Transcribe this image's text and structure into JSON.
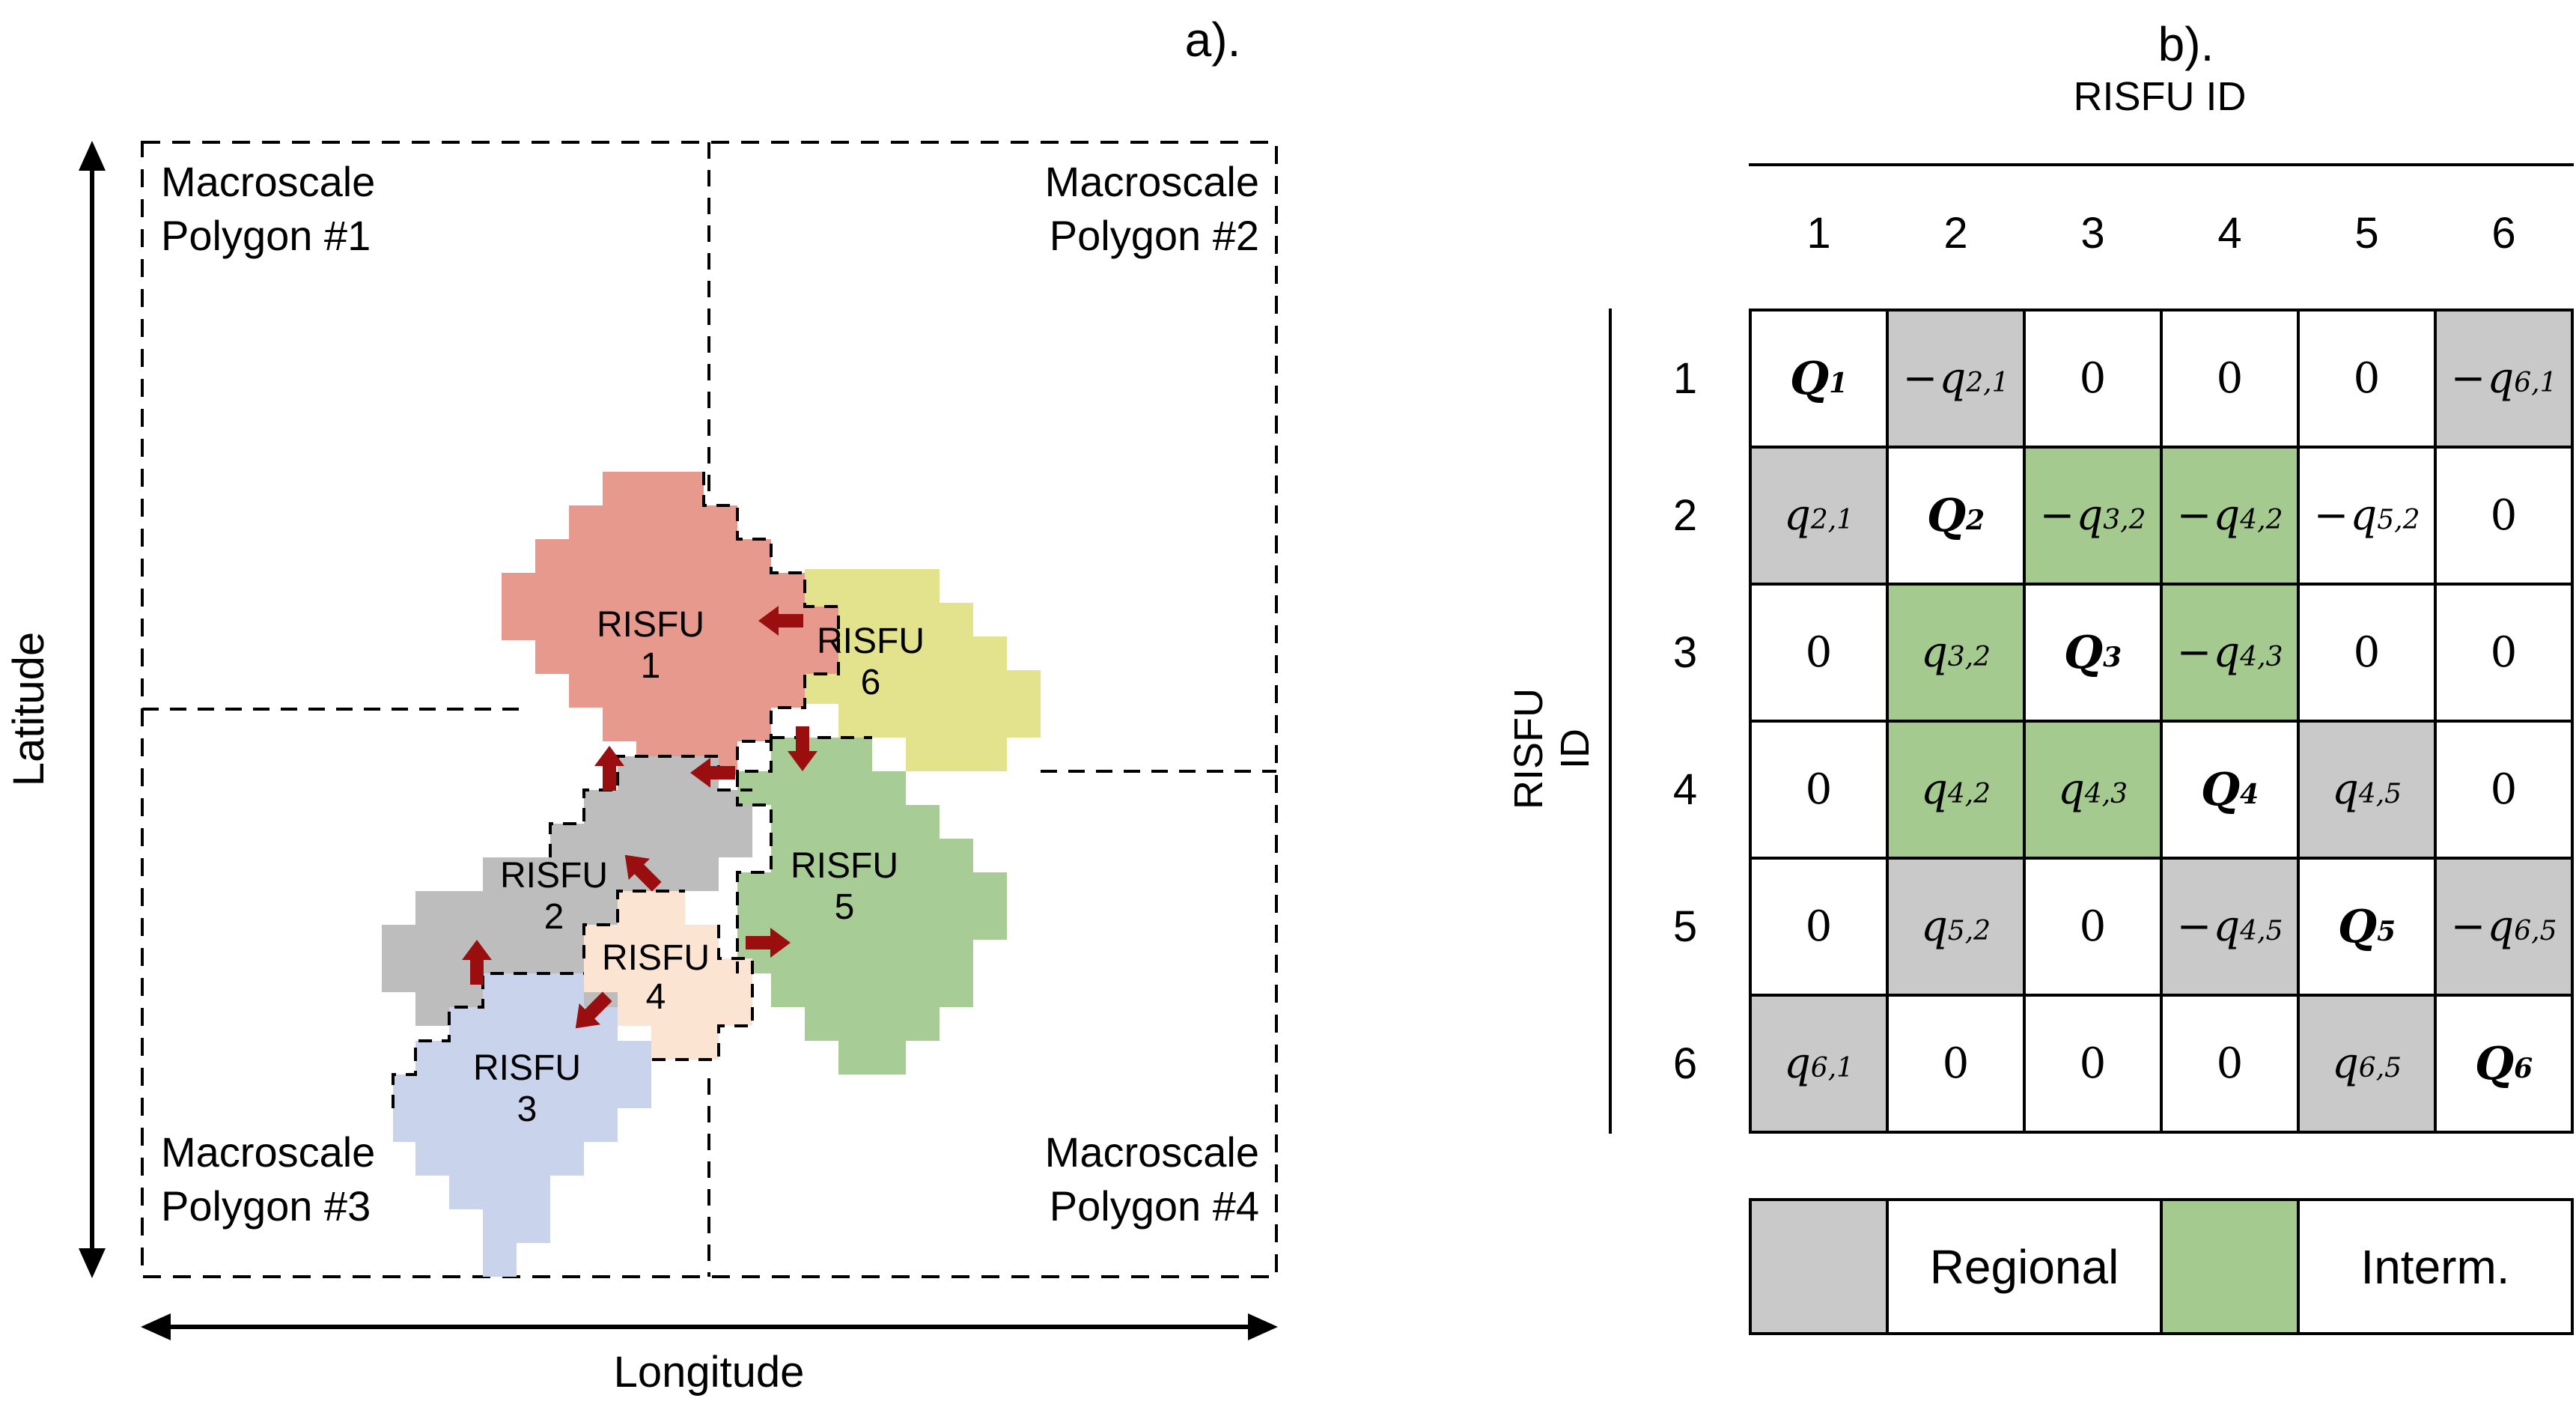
{
  "panel_a": {
    "label": "a).",
    "axis_y": "Latitude",
    "axis_x": "Longitude",
    "polygons": [
      {
        "line1": "Macroscale",
        "line2": "Polygon #1"
      },
      {
        "line1": "Macroscale",
        "line2": "Polygon #2"
      },
      {
        "line1": "Macroscale",
        "line2": "Polygon #3"
      },
      {
        "line1": "Macroscale",
        "line2": "Polygon #4"
      }
    ],
    "risfu_units": [
      {
        "label": "RISFU",
        "number": "1",
        "color": "#e8998d"
      },
      {
        "label": "RISFU",
        "number": "2",
        "color": "#bdbdbd"
      },
      {
        "label": "RISFU",
        "number": "3",
        "color": "#c9d3ec"
      },
      {
        "label": "RISFU",
        "number": "4",
        "color": "#fce4d3"
      },
      {
        "label": "RISFU",
        "number": "5",
        "color": "#a7cc95"
      },
      {
        "label": "RISFU",
        "number": "6",
        "color": "#e2e38c"
      }
    ],
    "flux_arrow_color": "#9b0e10"
  },
  "panel_b": {
    "label": "b).",
    "col_header": "RISFU ID",
    "row_header": "RISFU ID",
    "col_labels": [
      "1",
      "2",
      "3",
      "4",
      "5",
      "6"
    ],
    "row_labels": [
      "1",
      "2",
      "3",
      "4",
      "5",
      "6"
    ],
    "colors": {
      "regional_gray": "#c9c9c9",
      "interm_green": "#a5ca90",
      "white": "#ffffff"
    },
    "matrix": [
      [
        {
          "t": "Q",
          "s": "1",
          "bold": true,
          "bg": "w"
        },
        {
          "t": "q",
          "s": "2,1",
          "neg": true,
          "bg": "g"
        },
        {
          "t": "0",
          "bg": "w"
        },
        {
          "t": "0",
          "bg": "w"
        },
        {
          "t": "0",
          "bg": "w"
        },
        {
          "t": "q",
          "s": "6,1",
          "neg": true,
          "bg": "g"
        }
      ],
      [
        {
          "t": "q",
          "s": "2,1",
          "bg": "g"
        },
        {
          "t": "Q",
          "s": "2",
          "bold": true,
          "bg": "w"
        },
        {
          "t": "q",
          "s": "3,2",
          "neg": true,
          "bg": "n"
        },
        {
          "t": "q",
          "s": "4,2",
          "neg": true,
          "bg": "n"
        },
        {
          "t": "q",
          "s": "5,2",
          "neg": true,
          "bg": "w"
        },
        {
          "t": "0",
          "bg": "w"
        }
      ],
      [
        {
          "t": "0",
          "bg": "w"
        },
        {
          "t": "q",
          "s": "3,2",
          "bg": "n"
        },
        {
          "t": "Q",
          "s": "3",
          "bold": true,
          "bg": "w"
        },
        {
          "t": "q",
          "s": "4,3",
          "neg": true,
          "bg": "n"
        },
        {
          "t": "0",
          "bg": "w"
        },
        {
          "t": "0",
          "bg": "w"
        }
      ],
      [
        {
          "t": "0",
          "bg": "w"
        },
        {
          "t": "q",
          "s": "4,2",
          "bg": "n"
        },
        {
          "t": "q",
          "s": "4,3",
          "bg": "n"
        },
        {
          "t": "Q",
          "s": "4",
          "bold": true,
          "bg": "w"
        },
        {
          "t": "q",
          "s": "4,5",
          "bg": "g"
        },
        {
          "t": "0",
          "bg": "w"
        }
      ],
      [
        {
          "t": "0",
          "bg": "w"
        },
        {
          "t": "q",
          "s": "5,2",
          "bg": "g"
        },
        {
          "t": "0",
          "bg": "w"
        },
        {
          "t": "q",
          "s": "4,5",
          "neg": true,
          "bg": "g"
        },
        {
          "t": "Q",
          "s": "5",
          "bold": true,
          "bg": "w"
        },
        {
          "t": "q",
          "s": "6,5",
          "neg": true,
          "bg": "g"
        }
      ],
      [
        {
          "t": "q",
          "s": "6,1",
          "bg": "g"
        },
        {
          "t": "0",
          "bg": "w"
        },
        {
          "t": "0",
          "bg": "w"
        },
        {
          "t": "0",
          "bg": "w"
        },
        {
          "t": "q",
          "s": "6,5",
          "bg": "g"
        },
        {
          "t": "Q",
          "s": "6",
          "bold": true,
          "bg": "w"
        }
      ]
    ],
    "legend": [
      {
        "label": "Regional",
        "color_key": "regional_gray"
      },
      {
        "label": "Interm.",
        "color_key": "interm_green"
      }
    ]
  }
}
